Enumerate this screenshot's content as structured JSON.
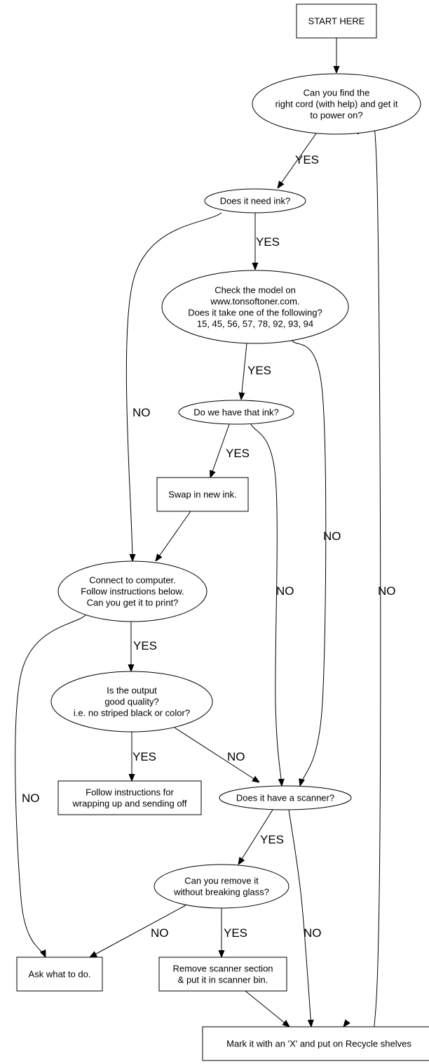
{
  "diagram": {
    "type": "flowchart",
    "nodes": [
      {
        "id": "start",
        "shape": "box",
        "lines": [
          "START HERE"
        ]
      },
      {
        "id": "power",
        "shape": "ellipse",
        "lines": [
          "Can you find the",
          "right cord (with help) and get it",
          "to power on?"
        ]
      },
      {
        "id": "need_ink",
        "shape": "ellipse",
        "lines": [
          "Does it need ink?"
        ]
      },
      {
        "id": "check_model",
        "shape": "ellipse",
        "lines": [
          "Check the model on",
          "www.tonsoftoner.com.",
          "Does it take one of the following?",
          "15, 45, 56, 57, 78, 92, 93, 94"
        ]
      },
      {
        "id": "have_ink",
        "shape": "ellipse",
        "lines": [
          "Do we have that ink?"
        ]
      },
      {
        "id": "swap_ink",
        "shape": "box",
        "lines": [
          "Swap in new ink."
        ]
      },
      {
        "id": "connect",
        "shape": "ellipse",
        "lines": [
          "Connect to computer.",
          "Follow instructions below.",
          "Can you get it to print?"
        ]
      },
      {
        "id": "quality",
        "shape": "ellipse",
        "lines": [
          "Is the output",
          "good quality?",
          "i.e. no striped black or color?"
        ]
      },
      {
        "id": "wrap_up",
        "shape": "box",
        "lines": [
          "Follow instructions for",
          "wrapping up and sending off"
        ]
      },
      {
        "id": "scanner",
        "shape": "ellipse",
        "lines": [
          "Does it have a scanner?"
        ]
      },
      {
        "id": "remove_q",
        "shape": "ellipse",
        "lines": [
          "Can you remove it",
          "without breaking glass?"
        ]
      },
      {
        "id": "ask",
        "shape": "box",
        "lines": [
          "Ask what to do."
        ]
      },
      {
        "id": "remove_scanner",
        "shape": "box",
        "lines": [
          "Remove scanner section",
          "& put it in scanner bin."
        ]
      },
      {
        "id": "recycle",
        "shape": "box",
        "lines": [
          "Mark it with an 'X' and put on Recycle shelves"
        ]
      }
    ],
    "edges": [
      {
        "from": "start",
        "to": "power",
        "label": ""
      },
      {
        "from": "power",
        "to": "need_ink",
        "label": "YES"
      },
      {
        "from": "power",
        "to": "recycle",
        "label": "NO"
      },
      {
        "from": "need_ink",
        "to": "check_model",
        "label": "YES"
      },
      {
        "from": "need_ink",
        "to": "connect",
        "label": "NO"
      },
      {
        "from": "check_model",
        "to": "have_ink",
        "label": "YES"
      },
      {
        "from": "check_model",
        "to": "scanner",
        "label": "NO"
      },
      {
        "from": "have_ink",
        "to": "swap_ink",
        "label": "YES"
      },
      {
        "from": "have_ink",
        "to": "scanner",
        "label": "NO"
      },
      {
        "from": "swap_ink",
        "to": "connect",
        "label": ""
      },
      {
        "from": "connect",
        "to": "quality",
        "label": "YES"
      },
      {
        "from": "connect",
        "to": "ask",
        "label": "NO"
      },
      {
        "from": "quality",
        "to": "wrap_up",
        "label": "YES"
      },
      {
        "from": "quality",
        "to": "scanner",
        "label": "NO"
      },
      {
        "from": "scanner",
        "to": "remove_q",
        "label": "YES"
      },
      {
        "from": "scanner",
        "to": "recycle",
        "label": "NO"
      },
      {
        "from": "remove_q",
        "to": "ask",
        "label": "NO"
      },
      {
        "from": "remove_q",
        "to": "remove_scanner",
        "label": "YES"
      },
      {
        "from": "remove_scanner",
        "to": "recycle",
        "label": ""
      }
    ]
  }
}
